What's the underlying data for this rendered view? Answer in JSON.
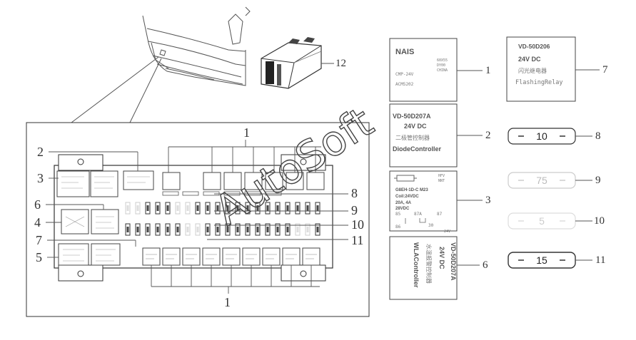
{
  "callouts": {
    "part12": "12",
    "top_1": "1",
    "bottom_1": "1",
    "left_2": "2",
    "left_3": "3",
    "left_6": "6",
    "left_4": "4",
    "left_7": "7",
    "left_5": "5",
    "right_8": "8",
    "right_9": "9",
    "right_10": "10",
    "right_11": "11",
    "side_1": "1",
    "side_7": "7",
    "side_2": "2",
    "side_8": "8",
    "side_3": "3",
    "side_9": "9",
    "side_10": "10",
    "side_6": "6",
    "side_11": "11"
  },
  "relay_nais": {
    "brand": "NAIS",
    "code1": "60X55",
    "code2": "DY00",
    "code3": "CHINA",
    "model": "CMP-24V",
    "part": "ACM5202"
  },
  "relay_flash": {
    "model": "VD-50D206",
    "voltage": "24V   DC",
    "cn": "闪光继电器",
    "en": "FlashingRelay"
  },
  "relay_diode": {
    "model": "VD-50D207A",
    "voltage": "24V   DC",
    "cn": "二极管控制器",
    "en": "DiodeController"
  },
  "relay_std": {
    "code_a": "HFV",
    "code_b": "NNT",
    "model": "G8EH-1D-C   M23",
    "coil": "Coil:24VDC",
    "rating": "20A, 4A",
    "volt": "28VDC",
    "p1": "85",
    "p2": "87A",
    "p3": "87",
    "p4": "86",
    "p5": "30",
    "foot": "24V"
  },
  "relay_alarm": {
    "model": "VD-50D207A",
    "voltage": "24V   DC",
    "cn": "水温报警控制器",
    "en": "WLAController"
  },
  "fuses": {
    "f8": "10",
    "f9": "75",
    "f10": "5",
    "f11": "15"
  },
  "watermark": "AutoSoft"
}
